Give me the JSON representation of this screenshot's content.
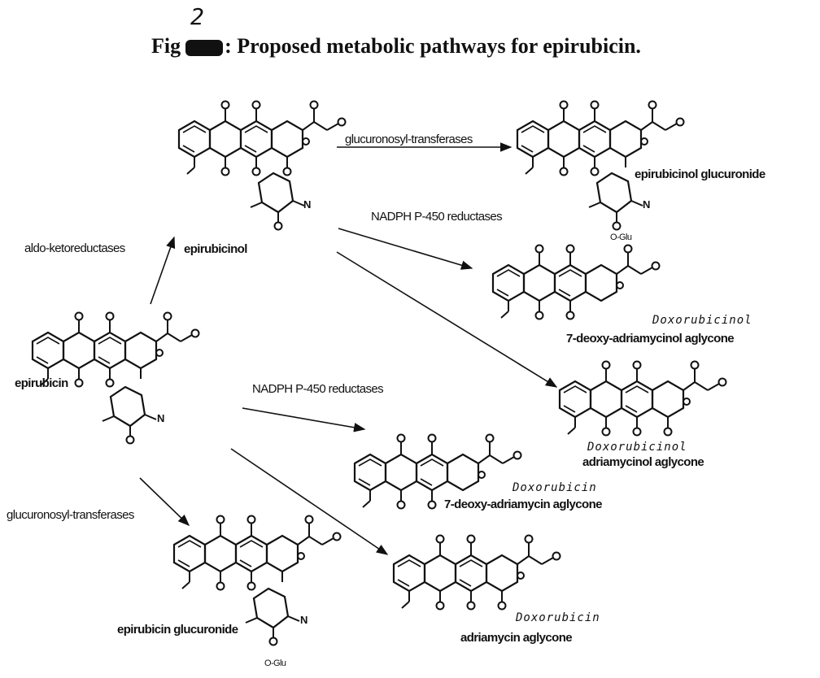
{
  "figure": {
    "number_mark": "2",
    "title_prefix": "Fig",
    "title_rest": ": Proposed metabolic pathways for epirubicin."
  },
  "compounds": {
    "epirubicinol": "epirubicinol",
    "epirubicinol_glucuronide": "epirubicinol glucuronide",
    "epirubicin": "epirubicin",
    "epirubicin_glucuronide": "epirubicin glucuronide",
    "deoxy_adriamycinol_aglycone": "7-deoxy-adriamycinol aglycone",
    "adriamycinol_aglycone": "adriamycinol aglycone",
    "deoxy_adriamycin_aglycone": "7-deoxy-adriamycin aglycone",
    "adriamycin_aglycone": "adriamycin aglycone"
  },
  "enzymes": {
    "glucuronosyl_top": "glucuronosyl-transferases",
    "nadph_top": "NADPH P-450 reductases",
    "aldo_keto": "aldo-ketoreductases",
    "nadph_mid": "NADPH P-450 reductases",
    "glucuronosyl_bottom": "glucuronosyl-transferases"
  },
  "handwritten": {
    "doxorubicinol_1": "Doxorubicinol",
    "doxorubicinol_2": "Doxorubicinol",
    "doxorubicin_1": "Doxorubicin",
    "doxorubicin_2": "Doxorubicin"
  },
  "atoms": {
    "oxygen": "O",
    "nitrogen": "N",
    "glucuronide": "O-Glu"
  }
}
